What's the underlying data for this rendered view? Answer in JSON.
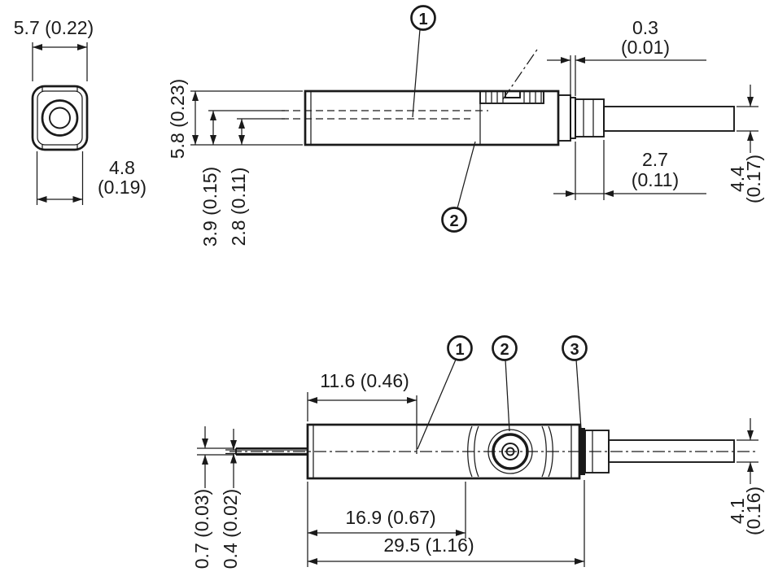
{
  "style": {
    "ink": "#1a1a1a",
    "background": "#ffffff"
  },
  "drawing": {
    "front": {
      "width": "5.7 (0.22)",
      "depth": "4.8",
      "depth_in": "(0.19)"
    },
    "side": {
      "height": "5.8 (0.23)",
      "axis_upper": "3.9 (0.15)",
      "axis_lower": "2.8 (0.11)",
      "gap": "0.3",
      "gap_in": "(0.01)",
      "gland": "2.7",
      "gland_in": "(0.11)",
      "cable": "4.4",
      "cable_in": "(0.17)"
    },
    "top": {
      "clamp": "11.6 (0.46)",
      "fiber_sheath": "0.7 (0.03)",
      "fiber_core": "0.4 (0.02)",
      "screw": "16.9 (0.67)",
      "length": "29.5 (1.16)",
      "cable": "4.1",
      "cable_in": "(0.16)"
    },
    "callouts": {
      "c1": "1",
      "c2": "2",
      "c3": "3"
    }
  }
}
